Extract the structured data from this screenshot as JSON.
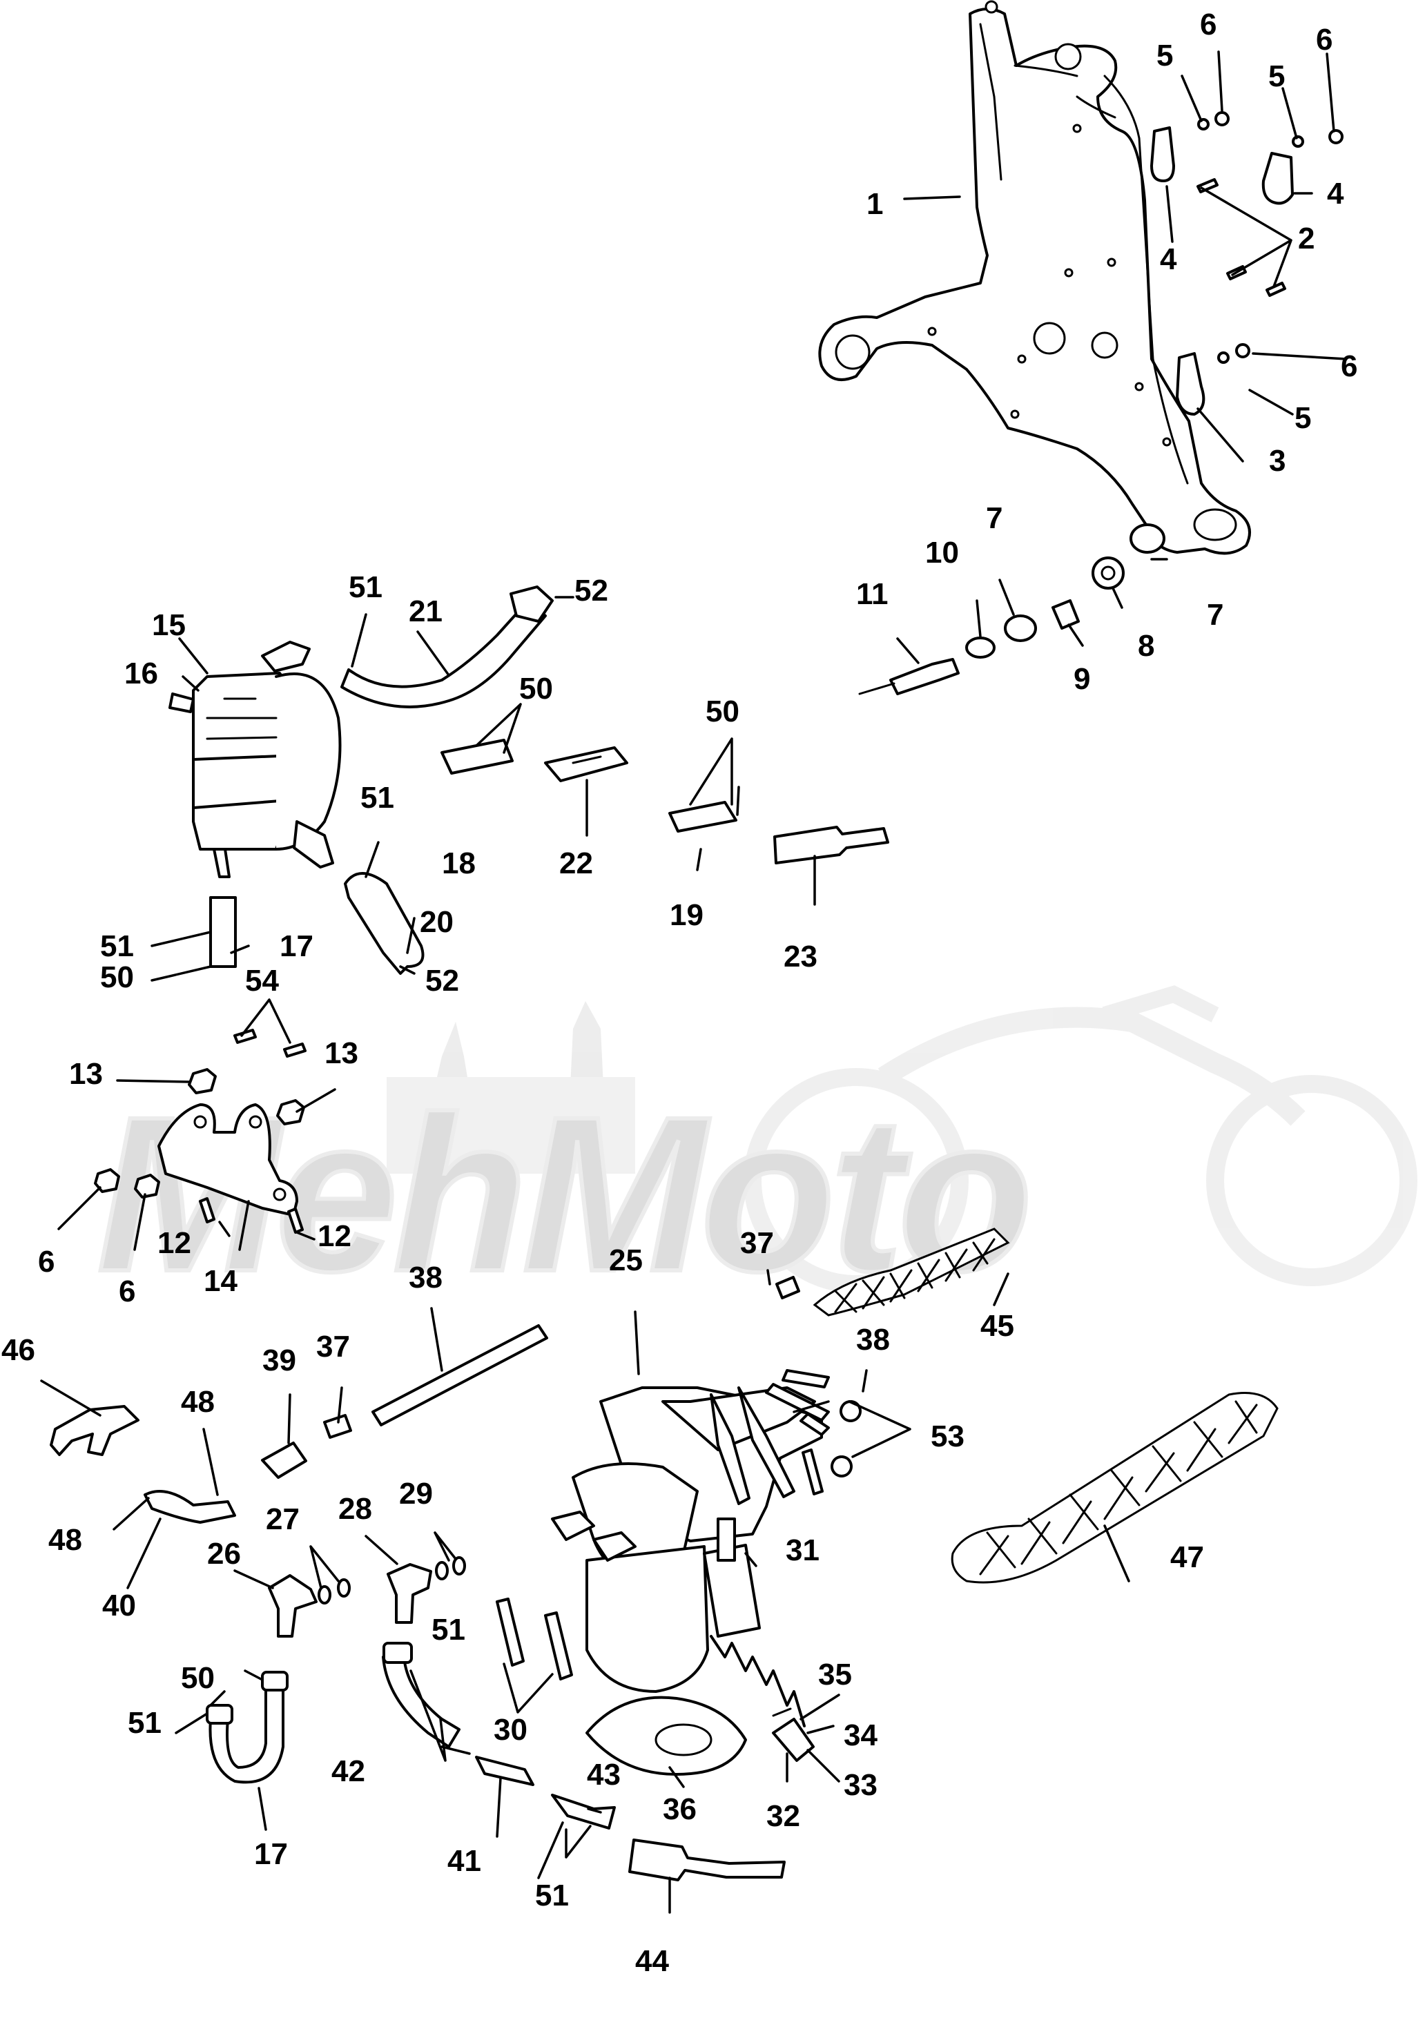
{
  "watermark": {
    "text": "MehMoto"
  },
  "callouts": [
    {
      "id": "c1",
      "label": "1"
    },
    {
      "id": "c2",
      "label": "2"
    },
    {
      "id": "c3",
      "label": "3"
    },
    {
      "id": "c4a",
      "label": "4"
    },
    {
      "id": "c4b",
      "label": "4"
    },
    {
      "id": "c5a",
      "label": "5"
    },
    {
      "id": "c5b",
      "label": "5"
    },
    {
      "id": "c5c",
      "label": "5"
    },
    {
      "id": "c6a",
      "label": "6"
    },
    {
      "id": "c6b",
      "label": "6"
    },
    {
      "id": "c6c",
      "label": "6"
    },
    {
      "id": "c6d",
      "label": "6"
    },
    {
      "id": "c6e",
      "label": "6"
    },
    {
      "id": "c7a",
      "label": "7"
    },
    {
      "id": "c7b",
      "label": "7"
    },
    {
      "id": "c8",
      "label": "8"
    },
    {
      "id": "c9",
      "label": "9"
    },
    {
      "id": "c10",
      "label": "10"
    },
    {
      "id": "c11",
      "label": "11"
    },
    {
      "id": "c12a",
      "label": "12"
    },
    {
      "id": "c12b",
      "label": "12"
    },
    {
      "id": "c13a",
      "label": "13"
    },
    {
      "id": "c13b",
      "label": "13"
    },
    {
      "id": "c14",
      "label": "14"
    },
    {
      "id": "c15",
      "label": "15"
    },
    {
      "id": "c16",
      "label": "16"
    },
    {
      "id": "c17a",
      "label": "17"
    },
    {
      "id": "c17b",
      "label": "17"
    },
    {
      "id": "c18",
      "label": "18"
    },
    {
      "id": "c19",
      "label": "19"
    },
    {
      "id": "c20",
      "label": "20"
    },
    {
      "id": "c21",
      "label": "21"
    },
    {
      "id": "c22",
      "label": "22"
    },
    {
      "id": "c23",
      "label": "23"
    },
    {
      "id": "c25",
      "label": "25"
    },
    {
      "id": "c26",
      "label": "26"
    },
    {
      "id": "c27",
      "label": "27"
    },
    {
      "id": "c28",
      "label": "28"
    },
    {
      "id": "c29",
      "label": "29"
    },
    {
      "id": "c30",
      "label": "30"
    },
    {
      "id": "c31",
      "label": "31"
    },
    {
      "id": "c32",
      "label": "32"
    },
    {
      "id": "c33",
      "label": "33"
    },
    {
      "id": "c34",
      "label": "34"
    },
    {
      "id": "c35",
      "label": "35"
    },
    {
      "id": "c36",
      "label": "36"
    },
    {
      "id": "c37a",
      "label": "37"
    },
    {
      "id": "c37b",
      "label": "37"
    },
    {
      "id": "c38a",
      "label": "38"
    },
    {
      "id": "c38b",
      "label": "38"
    },
    {
      "id": "c39",
      "label": "39"
    },
    {
      "id": "c40",
      "label": "40"
    },
    {
      "id": "c41",
      "label": "41"
    },
    {
      "id": "c42",
      "label": "42"
    },
    {
      "id": "c43",
      "label": "43"
    },
    {
      "id": "c44",
      "label": "44"
    },
    {
      "id": "c45",
      "label": "45"
    },
    {
      "id": "c46",
      "label": "46"
    },
    {
      "id": "c47",
      "label": "47"
    },
    {
      "id": "c48a",
      "label": "48"
    },
    {
      "id": "c48b",
      "label": "48"
    },
    {
      "id": "c50a",
      "label": "50"
    },
    {
      "id": "c50b",
      "label": "50"
    },
    {
      "id": "c50c",
      "label": "50"
    },
    {
      "id": "c50d",
      "label": "50"
    },
    {
      "id": "c51a",
      "label": "51"
    },
    {
      "id": "c51b",
      "label": "51"
    },
    {
      "id": "c51c",
      "label": "51"
    },
    {
      "id": "c51d",
      "label": "51"
    },
    {
      "id": "c51e",
      "label": "51"
    },
    {
      "id": "c51f",
      "label": "51"
    },
    {
      "id": "c52a",
      "label": "52"
    },
    {
      "id": "c52b",
      "label": "52"
    },
    {
      "id": "c53",
      "label": "53"
    },
    {
      "id": "c54",
      "label": "54"
    }
  ]
}
